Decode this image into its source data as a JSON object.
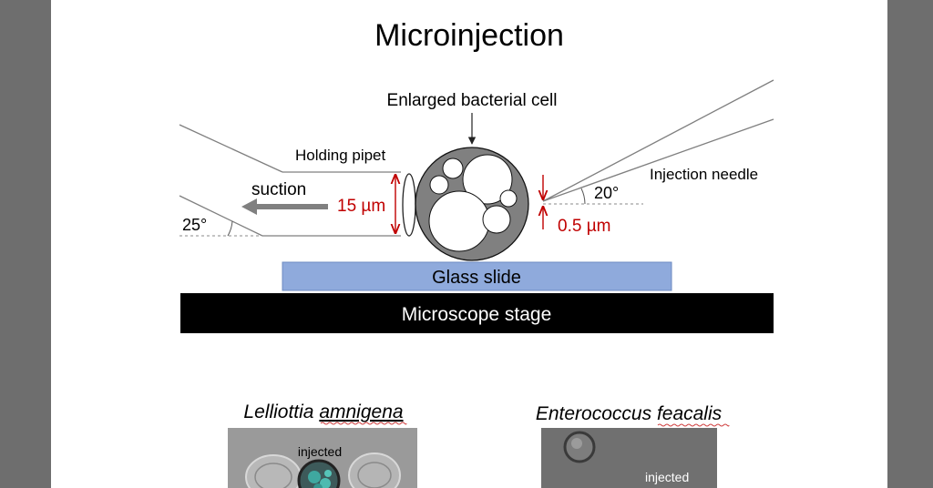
{
  "title": "Microinjection",
  "labels": {
    "enlarged_cell": "Enlarged bacterial cell",
    "holding_pipet": "Holding pipet",
    "injection_needle": "Injection needle",
    "suction": "suction",
    "angle_left": "25°",
    "angle_right": "20°",
    "cell_size": "15 µm",
    "needle_offset": "0.5 µm",
    "glass_slide": "Glass slide",
    "microscope_stage": "Microscope stage"
  },
  "examples": [
    {
      "genus": "Lelliottia",
      "species": "amnigena",
      "tag": "injected"
    },
    {
      "genus": "Enterococcus",
      "species": "feacalis",
      "tag": "injected"
    }
  ],
  "colors": {
    "measure_red": "#c00000",
    "slide_blue": "#8faadc",
    "stage_black": "#000000",
    "cell_gray": "#808080",
    "arrow_gray": "#808080"
  }
}
